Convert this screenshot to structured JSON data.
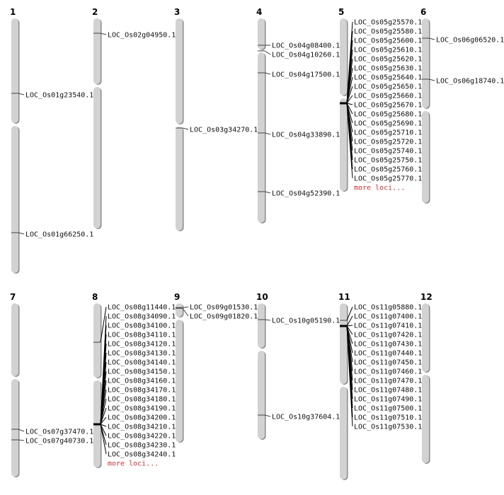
{
  "title": "Chromosome map",
  "more_label": "more loci...",
  "colors": {
    "chromosome": "#d2d2d2",
    "shadow": "#8a8a8a",
    "marker": "#444444",
    "more": "#d03030"
  },
  "chromosomes": [
    {
      "label": "1",
      "loci": [
        "LOC_Os01g23540.1",
        "LOC_Os01g66250.1"
      ],
      "more": false
    },
    {
      "label": "2",
      "loci": [
        "LOC_Os02g04950.1"
      ],
      "more": false
    },
    {
      "label": "3",
      "loci": [
        "LOC_Os03g34270.1"
      ],
      "more": false
    },
    {
      "label": "4",
      "loci": [
        "LOC_Os04g08400.1",
        "LOC_Os04g10260.1",
        "LOC_Os04g17500.1",
        "LOC_Os04g33890.1",
        "LOC_Os04g52390.1"
      ],
      "more": false
    },
    {
      "label": "5",
      "loci": [
        "LOC_Os05g25570.1",
        "LOC_Os05g25580.1",
        "LOC_Os05g25600.1",
        "LOC_Os05g25610.1",
        "LOC_Os05g25620.1",
        "LOC_Os05g25630.1",
        "LOC_Os05g25640.1",
        "LOC_Os05g25650.1",
        "LOC_Os05g25660.1",
        "LOC_Os05g25670.1",
        "LOC_Os05g25680.1",
        "LOC_Os05g25690.1",
        "LOC_Os05g25710.1",
        "LOC_Os05g25720.1",
        "LOC_Os05g25740.1",
        "LOC_Os05g25750.1",
        "LOC_Os05g25760.1",
        "LOC_Os05g25770.1"
      ],
      "more": true
    },
    {
      "label": "6",
      "loci": [
        "LOC_Os06g06520.1",
        "LOC_Os06g18740.1"
      ],
      "more": false
    },
    {
      "label": "7",
      "loci": [
        "LOC_Os07g37470.1",
        "LOC_Os07g40730.1"
      ],
      "more": false
    },
    {
      "label": "8",
      "loci": [
        "LOC_Os08g11440.1",
        "LOC_Os08g34090.1",
        "LOC_Os08g34100.1",
        "LOC_Os08g34110.1",
        "LOC_Os08g34120.1",
        "LOC_Os08g34130.1",
        "LOC_Os08g34140.1",
        "LOC_Os08g34150.1",
        "LOC_Os08g34160.1",
        "LOC_Os08g34170.1",
        "LOC_Os08g34180.1",
        "LOC_Os08g34190.1",
        "LOC_Os08g34200.1",
        "LOC_Os08g34210.1",
        "LOC_Os08g34220.1",
        "LOC_Os08g34230.1",
        "LOC_Os08g34240.1"
      ],
      "more": true
    },
    {
      "label": "9",
      "loci": [
        "LOC_Os09g01530.1",
        "LOC_Os09g01820.1"
      ],
      "more": false
    },
    {
      "label": "10",
      "loci": [
        "LOC_Os10g05190.1",
        "LOC_Os10g37604.1"
      ],
      "more": false
    },
    {
      "label": "11",
      "loci": [
        "LOC_Os11g05880.1",
        "LOC_Os11g07400.1",
        "LOC_Os11g07410.1",
        "LOC_Os11g07420.1",
        "LOC_Os11g07430.1",
        "LOC_Os11g07440.1",
        "LOC_Os11g07450.1",
        "LOC_Os11g07460.1",
        "LOC_Os11g07470.1",
        "LOC_Os11g07480.1",
        "LOC_Os11g07490.1",
        "LOC_Os11g07500.1",
        "LOC_Os11g07510.1",
        "LOC_Os11g07530.1"
      ],
      "more": false
    },
    {
      "label": "12",
      "loci": [],
      "more": false
    }
  ]
}
